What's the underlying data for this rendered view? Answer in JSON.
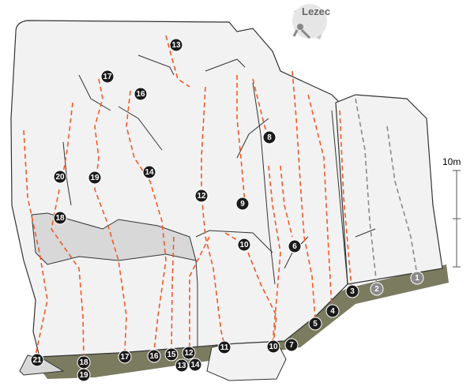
{
  "logo": {
    "text": "Lezec"
  },
  "scale": {
    "label": "10m"
  },
  "routes": [
    {
      "label": "13",
      "color": "#1a1a1a"
    },
    {
      "label": "17",
      "color": "#1a1a1a"
    },
    {
      "label": "16",
      "color": "#1a1a1a"
    },
    {
      "label": "8",
      "color": "#1a1a1a"
    },
    {
      "label": "14",
      "color": "#1a1a1a"
    },
    {
      "label": "20",
      "color": "#1a1a1a"
    },
    {
      "label": "19",
      "color": "#1a1a1a"
    },
    {
      "label": "12",
      "color": "#1a1a1a"
    },
    {
      "label": "9",
      "color": "#1a1a1a"
    },
    {
      "label": "18",
      "color": "#1a1a1a"
    },
    {
      "label": "10",
      "color": "#1a1a1a"
    },
    {
      "label": "6",
      "color": "#1a1a1a"
    },
    {
      "label": "3",
      "color": "#1a1a1a"
    },
    {
      "label": "2",
      "color": "#8a8a8a"
    },
    {
      "label": "1",
      "color": "#8a8a8a"
    },
    {
      "label": "4",
      "color": "#1a1a1a"
    },
    {
      "label": "5",
      "color": "#1a1a1a"
    },
    {
      "label": "7",
      "color": "#1a1a1a"
    },
    {
      "label": "10",
      "color": "#1a1a1a"
    },
    {
      "label": "11",
      "color": "#1a1a1a"
    },
    {
      "label": "12",
      "color": "#1a1a1a"
    },
    {
      "label": "15",
      "color": "#1a1a1a"
    },
    {
      "label": "16",
      "color": "#1a1a1a"
    },
    {
      "label": "17",
      "color": "#1a1a1a"
    },
    {
      "label": "13",
      "color": "#1a1a1a"
    },
    {
      "label": "14",
      "color": "#1a1a1a"
    },
    {
      "label": "18",
      "color": "#1a1a1a"
    },
    {
      "label": "19",
      "color": "#1a1a1a"
    },
    {
      "label": "21",
      "color": "#1a1a1a"
    }
  ],
  "colors": {
    "rock": "#f2f2f2",
    "outline": "#333333",
    "ground": "#7b7b60",
    "ledge": "#d8d8d8",
    "route": "#f05a28"
  }
}
